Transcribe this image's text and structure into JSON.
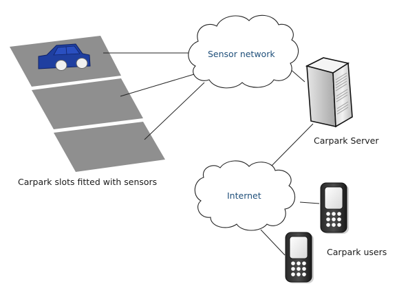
{
  "labels": {
    "sensor_network": "Sensor network",
    "internet": "Internet",
    "carpark_server": "Carpark Server",
    "carpark_slots": "Carpark slots fitted with sensors",
    "carpark_users": "Carpark users"
  },
  "colors": {
    "slot_gray": "#8f8f8f",
    "car_blue": "#1f3fa0",
    "cloud_label": "#1f4f7a",
    "line": "#222222"
  }
}
